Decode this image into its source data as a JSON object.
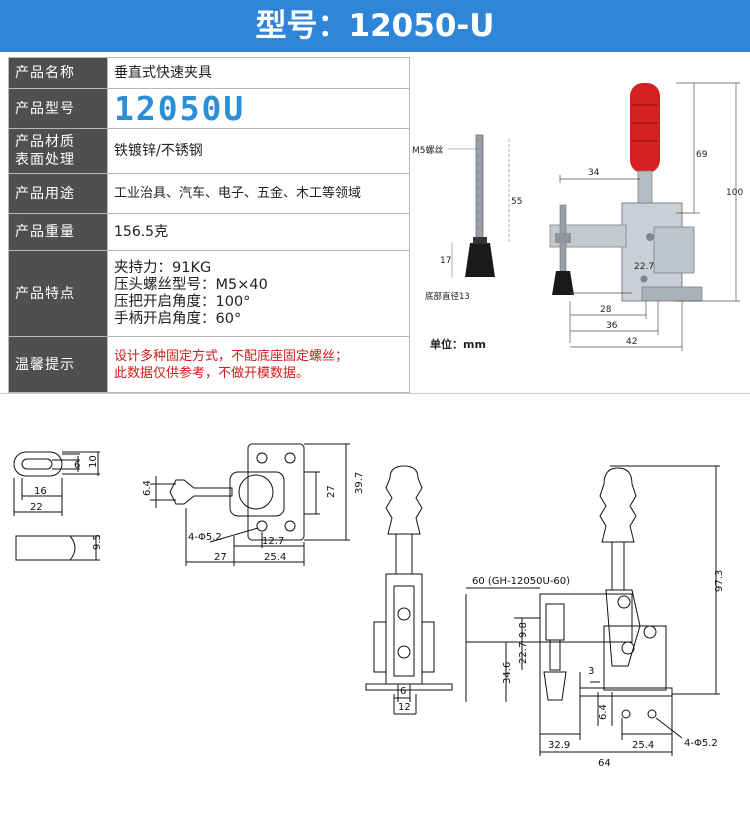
{
  "header": {
    "title": "型号：12050-U"
  },
  "specs": [
    {
      "label": "产品名称",
      "value": "垂直式快速夹具"
    },
    {
      "label": "产品型号",
      "value": "12050U"
    },
    {
      "label_lines": [
        "产品材质",
        "表面处理"
      ],
      "value": "铁镀锌/不锈钢"
    },
    {
      "label": "产品用途",
      "value": "工业治具、汽车、电子、五金、木工等领域"
    },
    {
      "label": "产品重量",
      "value": "156.5克"
    },
    {
      "label": "产品特点",
      "lines": [
        "夹持力：91KG",
        "压头螺丝型号：M5×40",
        "压把开启角度：100°",
        "手柄开启角度：60°"
      ]
    },
    {
      "label": "温馨提示",
      "lines": [
        "设计多种固定方式，不配底座固定螺丝；",
        "此数据仅供参考，不做开模数据。"
      ]
    }
  ],
  "photo": {
    "screw_label": "M5螺丝",
    "dim_55": "55",
    "dim_17": "17",
    "base_diameter": "底部直径13",
    "unit": "单位：mm",
    "dim_34": "34",
    "dim_69": "69",
    "dim_100": "100",
    "dim_22_7": "22.7",
    "dim_28": "28",
    "dim_36": "36",
    "dim_42": "42"
  },
  "drawing": {
    "d6": "6",
    "d10": "10",
    "d16": "16",
    "d22": "22",
    "d9_5": "9.5",
    "d6_4": "6.4",
    "d27h": "27",
    "d39_7": "39.7",
    "hole": "4-Φ5.2",
    "d12_7": "12.7",
    "d27": "27",
    "d25_4": "25.4",
    "fv6": "6",
    "fv12": "12",
    "arm": "60 (GH-12050U-60)",
    "d97_3": "97.3",
    "d9_8": "9.8",
    "d22_7": "22.7",
    "d34_6": "34.6",
    "d3": "3",
    "d6_4b": "6.4",
    "d32_9": "32.9",
    "d25_4b": "25.4",
    "hole_b": "4-Φ5.2",
    "d64": "64"
  },
  "colors": {
    "banner": "#2f86d8",
    "label_bg": "#4f4f4f",
    "model": "#2a8fd6",
    "warning": "#d41a1a",
    "handle": "#d42020"
  }
}
